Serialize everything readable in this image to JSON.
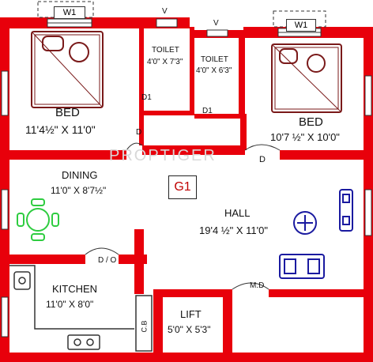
{
  "rooms": {
    "bed_left": {
      "name": "BED",
      "dim": "11'4½\" X 11'0\""
    },
    "toilet_1": {
      "name": "TOILET",
      "dim": "4'0\" X 7'3\""
    },
    "toilet_2": {
      "name": "TOILET",
      "dim": "4'0\" X 6'3\""
    },
    "bed_right": {
      "name": "BED",
      "dim": "10'7 ½\" X 10'0\""
    },
    "dining": {
      "name": "DINING",
      "dim": "11'0\" X 8'7½\""
    },
    "hall": {
      "name": "HALL",
      "dim": "19'4 ½\" X 11'0\""
    },
    "kitchen": {
      "name": "KITCHEN",
      "dim": "11'0\" X 8'0\""
    },
    "lift": {
      "name": "LIFT",
      "dim": "5'0\" X 5'3\""
    }
  },
  "labels": {
    "window_left": "W1",
    "window_right": "W1",
    "vent_1": "V",
    "vent_2": "V",
    "unit_tag": "G1",
    "cb": "C.B",
    "d_o": "D / O",
    "md": "M.D",
    "d1_a": "D1",
    "d1_b": "D1",
    "d_a": "D",
    "d_b": "D"
  },
  "watermark": "PROPTIGER",
  "colors": {
    "wall": "#e8000b",
    "fixture": "#1a1aa0",
    "dining": "#2ecc40"
  }
}
